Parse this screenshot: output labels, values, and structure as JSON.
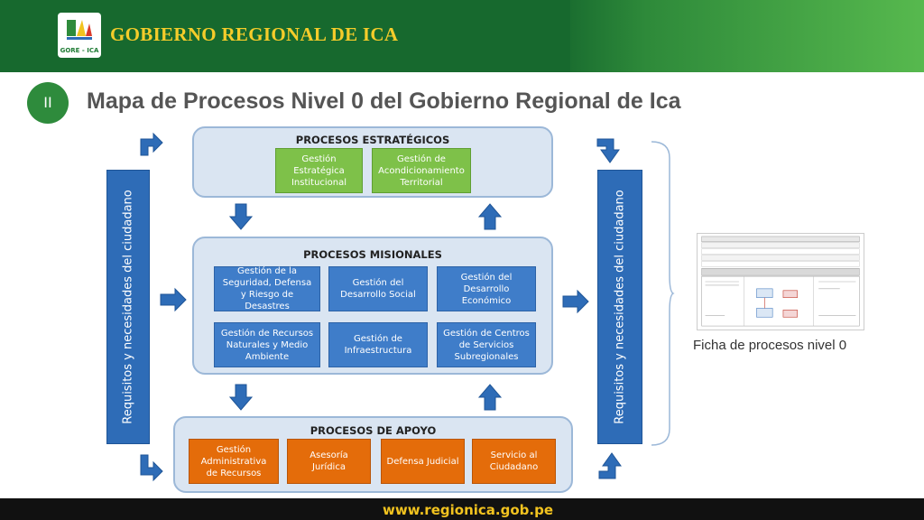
{
  "header": {
    "org_name": "GOBIERNO REGIONAL DE ICA",
    "logo_text": "GORE - ICA"
  },
  "slide": {
    "badge": "II",
    "title": "Mapa de Procesos Nivel 0 del Gobierno Regional de Ica"
  },
  "left_bar": {
    "label": "Requisitos y necesidades del ciudadano"
  },
  "right_bar": {
    "label": "Requisitos y necesidades del ciudadano"
  },
  "estrategicos": {
    "title": "PROCESOS ESTRATÉGICOS",
    "items": [
      "Gestión Estratégica Institucional",
      "Gestión de Acondicionamiento Territorial"
    ]
  },
  "misionales": {
    "title": "PROCESOS MISIONALES",
    "items": [
      "Gestión de la Seguridad, Defensa y Riesgo de Desastres",
      "Gestión del Desarrollo Social",
      "Gestión del Desarrollo Económico",
      "Gestión de Recursos Naturales y Medio Ambiente",
      "Gestión de Infraestructura",
      "Gestión de Centros de Servicios Subregionales"
    ]
  },
  "apoyo": {
    "title": "PROCESOS DE APOYO",
    "items": [
      "Gestión Administrativa de Recursos",
      "Asesoría Jurídica",
      "Defensa Judicial",
      "Servicio al Ciudadano"
    ]
  },
  "ficha": {
    "caption": "Ficha de procesos nivel 0"
  },
  "footer": {
    "url": "www.regionica.gob.pe"
  },
  "colors": {
    "header_green": "#17692e",
    "accent_gold": "#f5cc2a",
    "panel_fill": "#dae5f2",
    "strategic_green": "#7ec149",
    "mission_blue": "#3f7dc9",
    "support_orange": "#e46c0a",
    "bar_blue": "#2e6cb7"
  }
}
